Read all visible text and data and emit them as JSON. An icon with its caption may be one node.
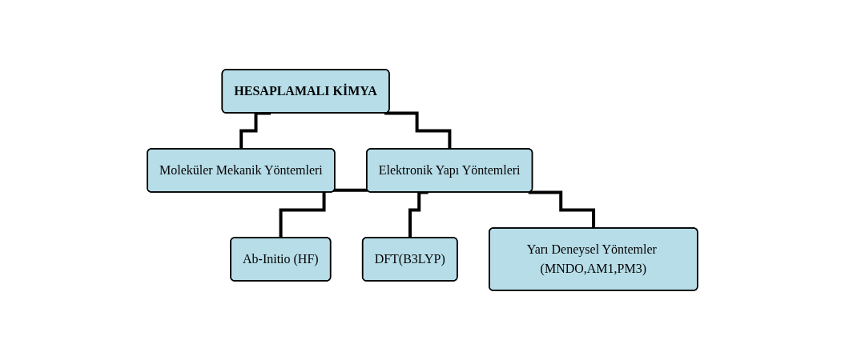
{
  "diagram": {
    "nodes": [
      {
        "text": [
          "HESAPLAMALI KİMYA"
        ]
      },
      {
        "text": [
          "Moleküler Mekanik Yöntemleri"
        ]
      },
      {
        "text": [
          "Elektronik Yapı Yöntemleri"
        ]
      },
      {
        "text": [
          "Ab-Initio (HF)"
        ]
      },
      {
        "text": [
          "DFT(B3LYP)"
        ]
      },
      {
        "text": [
          "Yarı Deneysel Yöntemler (MNDO,AM1,PM3)"
        ]
      }
    ],
    "edges": [
      {
        "from": 0,
        "to": 1,
        "arrow": "none"
      },
      {
        "from": 0,
        "to": 2,
        "arrow": "none"
      },
      {
        "from": 2,
        "to": 3,
        "arrow": "none"
      },
      {
        "from": 2,
        "to": 4,
        "arrow": "none"
      },
      {
        "from": 2,
        "to": 5,
        "arrow": "none"
      }
    ]
  }
}
